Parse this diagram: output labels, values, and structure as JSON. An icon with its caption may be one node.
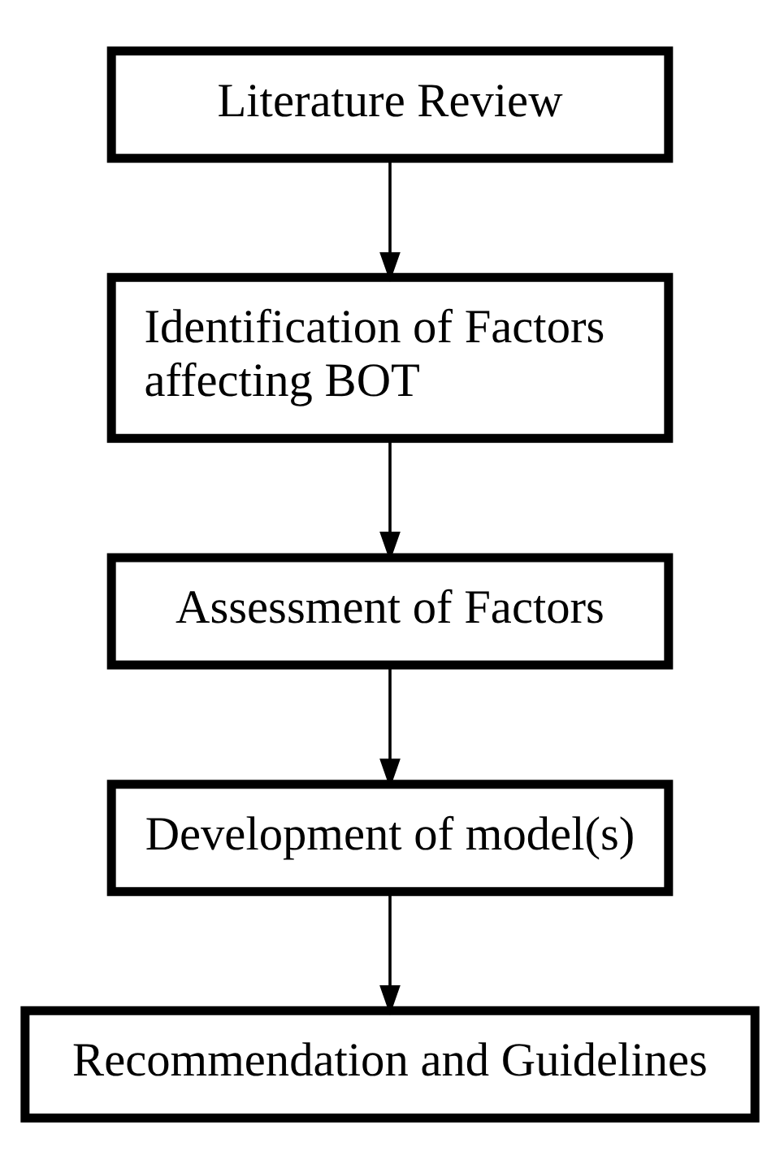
{
  "diagram": {
    "nodes": [
      {
        "text": [
          "Literature Review"
        ]
      },
      {
        "text": [
          "Identification of Factors affecting BOT"
        ]
      },
      {
        "text": [
          "Assessment of Factors"
        ]
      },
      {
        "text": [
          "Development of model(s)"
        ]
      },
      {
        "text": [
          "Recommendation and Guidelines"
        ]
      }
    ],
    "edges": [
      {
        "from": 0,
        "to": 1,
        "arrow": "to"
      },
      {
        "from": 1,
        "to": 2,
        "arrow": "to"
      },
      {
        "from": 2,
        "to": 3,
        "arrow": "to"
      },
      {
        "from": 3,
        "to": 4,
        "arrow": "to"
      }
    ]
  }
}
